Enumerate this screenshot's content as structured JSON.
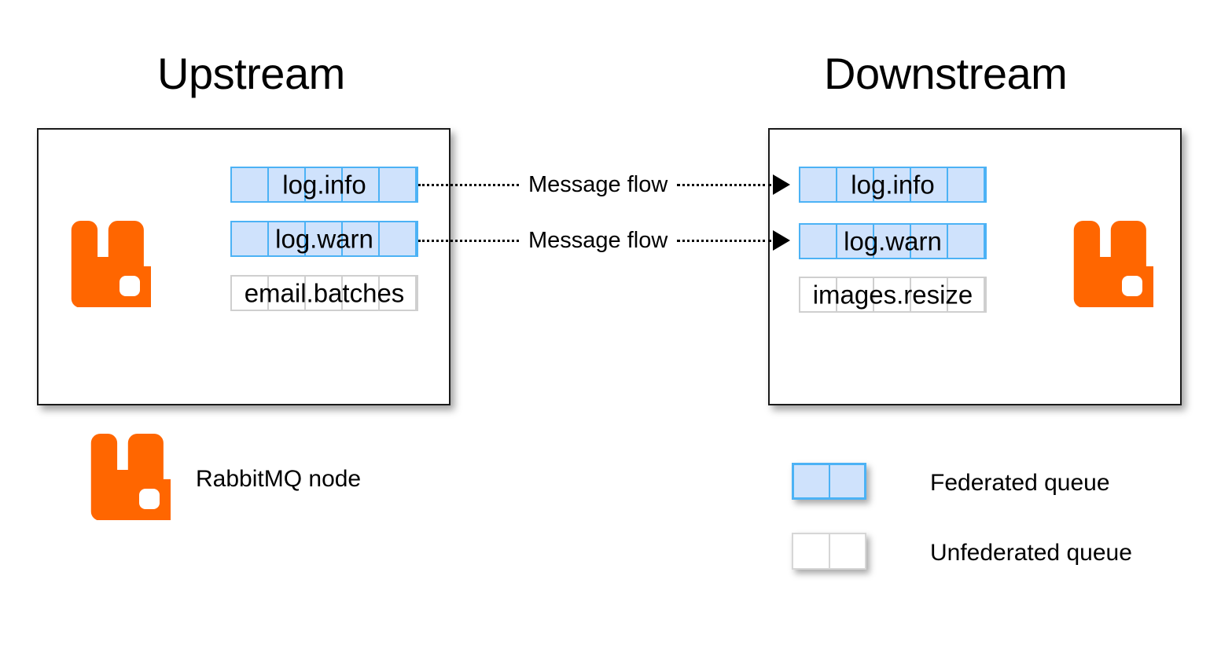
{
  "diagram": {
    "title_upstream": "Upstream",
    "title_downstream": "Downstream",
    "colors": {
      "rabbitmq_orange": "#ff6600",
      "federated_fill": "#cfe2fc",
      "federated_border": "#4cb2f5",
      "unfederated_fill": "#ffffff",
      "unfederated_border": "#cfcfcf",
      "panel_border": "#1a1a1a",
      "text": "#000000"
    }
  },
  "upstream": {
    "node_icon": "rabbitmq-logo",
    "queues": [
      {
        "name": "log.info",
        "federated": true,
        "cells": 5
      },
      {
        "name": "log.warn",
        "federated": true,
        "cells": 5
      },
      {
        "name": "email.batches",
        "federated": false,
        "cells": 5
      }
    ]
  },
  "downstream": {
    "node_icon": "rabbitmq-logo",
    "queues": [
      {
        "name": "log.info",
        "federated": true,
        "cells": 5
      },
      {
        "name": "log.warn",
        "federated": true,
        "cells": 5
      },
      {
        "name": "images.resize",
        "federated": false,
        "cells": 5
      }
    ]
  },
  "flows": [
    {
      "label": "Message flow",
      "from": "log.info",
      "to": "log.info",
      "direction": "left-to-right"
    },
    {
      "label": "Message flow",
      "from": "log.warn",
      "to": "log.warn",
      "direction": "left-to-right"
    }
  ],
  "legend": {
    "node": {
      "label": "RabbitMQ node",
      "icon": "rabbitmq-logo"
    },
    "federated": {
      "label": "Federated queue",
      "swatch_cells": 2
    },
    "unfederated": {
      "label": "Unfederated queue",
      "swatch_cells": 2
    }
  }
}
